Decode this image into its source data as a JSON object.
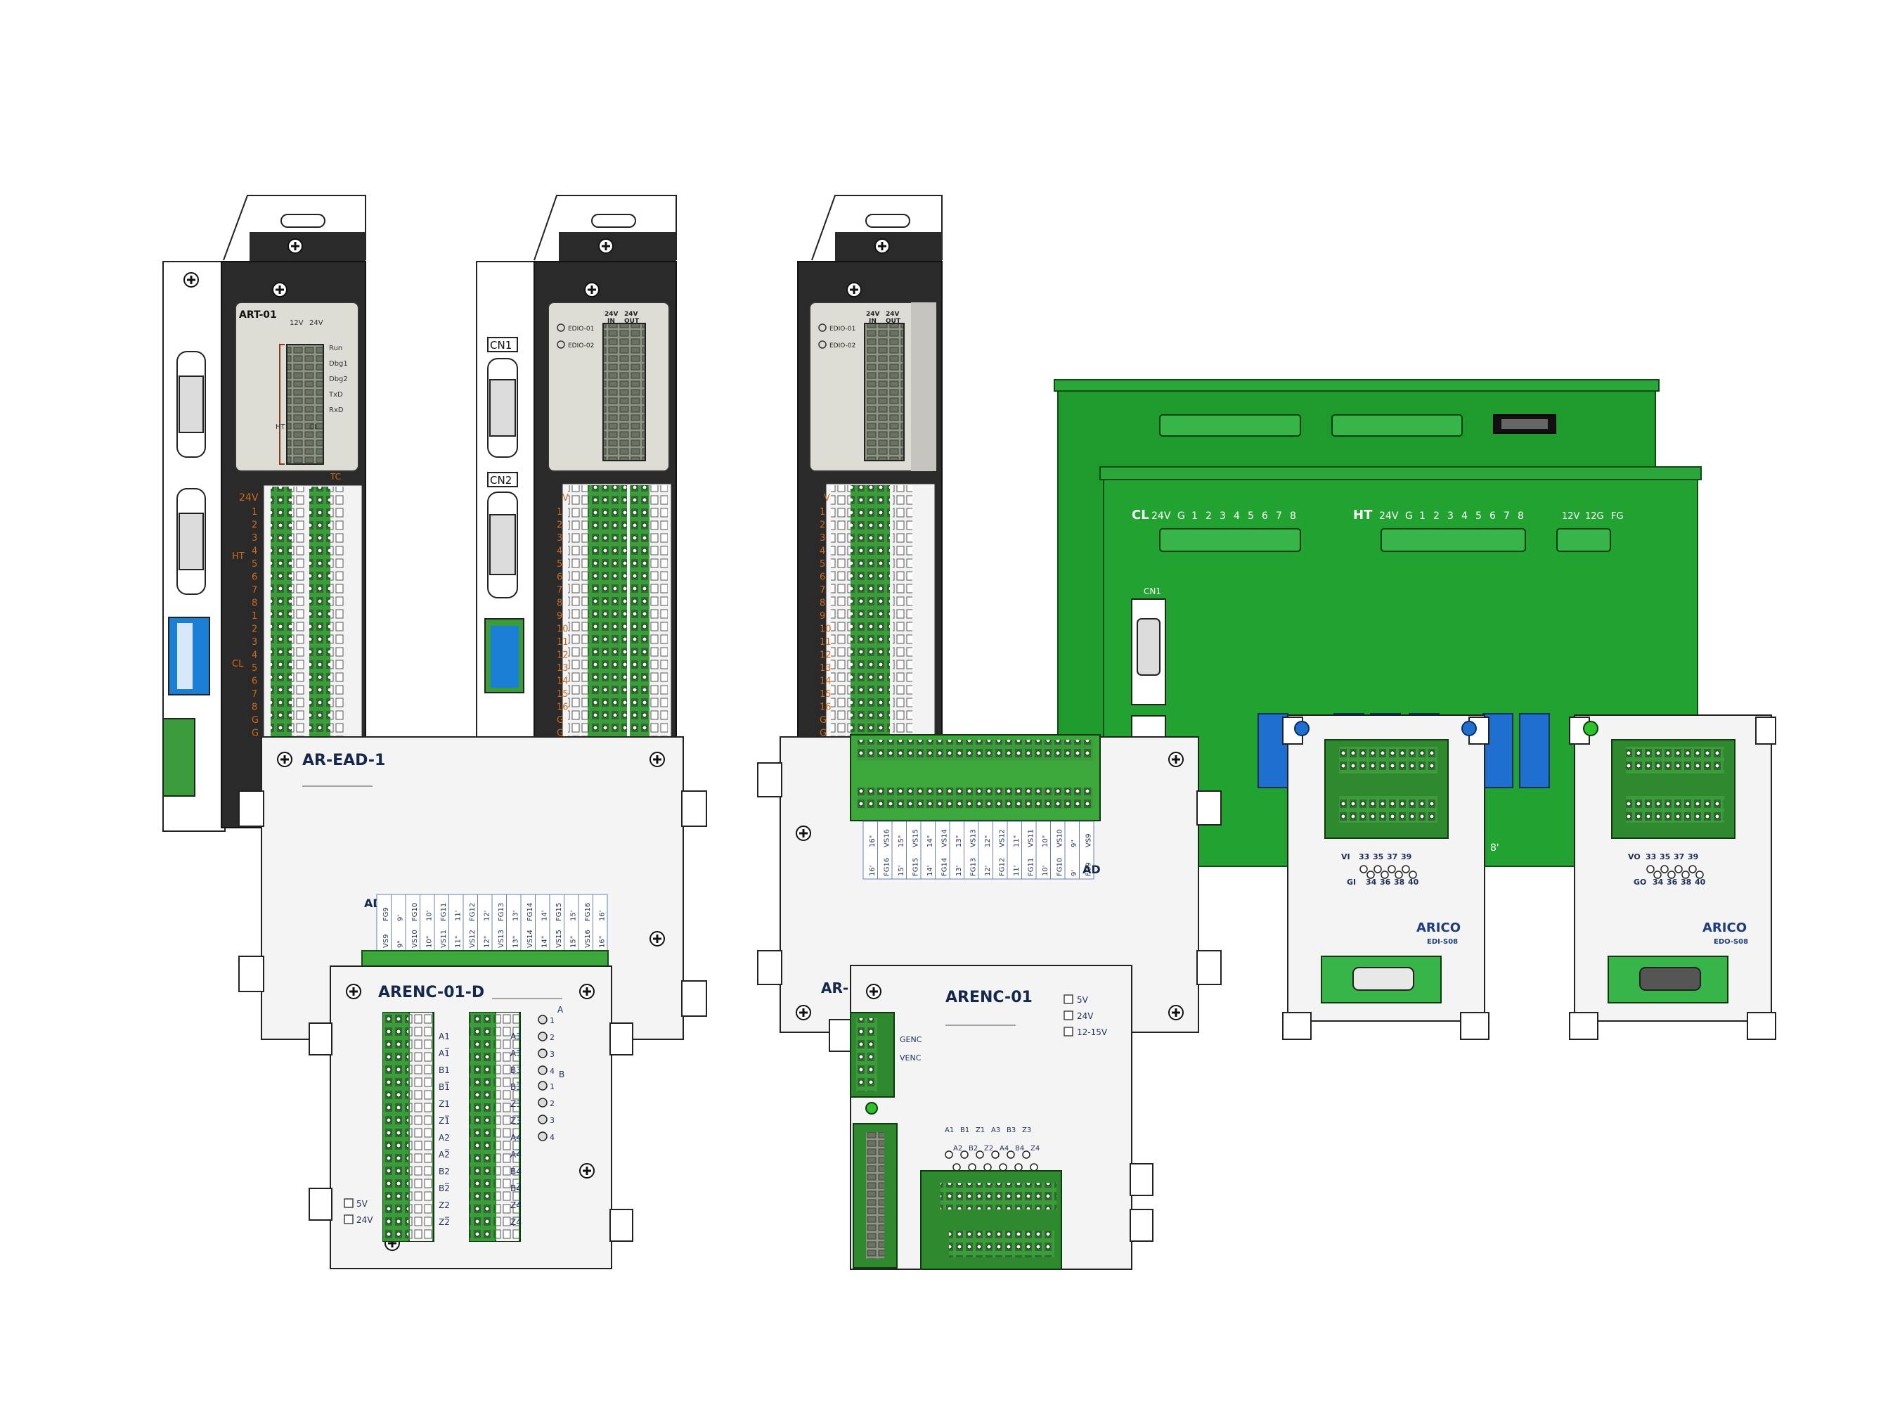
{
  "modules": {
    "art01": {
      "label": "ART-01",
      "v12": "12V",
      "v24": "24V",
      "leds": [
        "Run",
        "Dbg1",
        "Dbg2",
        "TxD",
        "RxD"
      ],
      "ht": "HT",
      "cl": "CL",
      "tc": "TC",
      "side_top": "24V",
      "side_ht": "HT",
      "side_cl": "CL",
      "numbers": [
        "1",
        "2",
        "3",
        "4",
        "5",
        "6",
        "7",
        "8",
        "1",
        "2",
        "3",
        "4",
        "5",
        "6",
        "7",
        "8",
        "G",
        "G"
      ]
    },
    "edio_a": {
      "cn1": "CN1",
      "cn2": "CN2",
      "led1": "EDIO-01",
      "led2": "EDIO-02",
      "in_top": "24V",
      "in_bot": "IN",
      "out_top": "24V",
      "out_bot": "OUT",
      "side_top": "V",
      "numbers": [
        "1",
        "2",
        "3",
        "4",
        "5",
        "6",
        "7",
        "8",
        "9",
        "10",
        "11",
        "12",
        "13",
        "14",
        "15",
        "16",
        "G",
        "G"
      ]
    },
    "edio_b": {
      "led1": "EDIO-01",
      "led2": "EDIO-02",
      "in_top": "24V",
      "in_bot": "IN",
      "out_top": "24V",
      "out_bot": "OUT",
      "side_top": "V",
      "numbers": [
        "1",
        "2",
        "3",
        "4",
        "5",
        "6",
        "7",
        "8",
        "9",
        "10",
        "11",
        "12",
        "13",
        "14",
        "15",
        "16",
        "G",
        "G"
      ]
    },
    "board": {
      "cl": "CL",
      "ht": "HT",
      "cl_pins": [
        "24V",
        "G",
        "1",
        "2",
        "3",
        "4",
        "5",
        "6",
        "7",
        "8"
      ],
      "ht_pins": [
        "24V",
        "G",
        "1",
        "2",
        "3",
        "4",
        "5",
        "6",
        "7",
        "8"
      ],
      "pwr_pins": [
        "12V",
        "12G",
        "FG"
      ],
      "cn1": "CN1",
      "right_label": "8'"
    },
    "ar_ead": {
      "title": "AR-EAD-1",
      "ad": "AD",
      "row1": [
        "FG9",
        "VS9",
        "9'",
        "9\"",
        "FG10",
        "VS10",
        "10'",
        "10\"",
        "FG11",
        "VS11",
        "11'",
        "11\"",
        "FG12",
        "VS12",
        "12'",
        "12\"",
        "FG13",
        "VS13",
        "13'",
        "13\"",
        "FG14",
        "VS14",
        "14'",
        "14\"",
        "FG15",
        "VS15",
        "15'",
        "15\"",
        "FG16",
        "VS16",
        "16'",
        "16\""
      ]
    },
    "arenc_d": {
      "title": "ARENC-01-D",
      "a": "A",
      "b": "B",
      "led_a": [
        "1",
        "2",
        "3",
        "4"
      ],
      "led_b": [
        "1",
        "2",
        "3",
        "4"
      ],
      "left": [
        "A1",
        "A1̅",
        "B1",
        "B1̅",
        "Z1",
        "Z1̅",
        "A2",
        "A2̅",
        "B2",
        "B2̅",
        "Z2",
        "Z2̅"
      ],
      "right": [
        "A3",
        "A3̅",
        "B3",
        "B3̅",
        "Z3",
        "Z3̅",
        "A4",
        "A4̅",
        "B4",
        "B4̅",
        "Z4",
        "Z4̅"
      ],
      "opt1": "5V",
      "opt2": "24V"
    },
    "ar_ead_b": {
      "title": "AR-",
      "ad": "AD",
      "cols": [
        "16\"",
        "16'",
        "VS16",
        "FG16",
        "15\"",
        "15'",
        "VS15",
        "FG15",
        "14\"",
        "14'",
        "VS14",
        "FG14",
        "13\"",
        "13'",
        "VS13",
        "FG13",
        "12\"",
        "12'",
        "VS12",
        "FG12",
        "11\"",
        "11'",
        "VS11",
        "FG11",
        "10\"",
        "10'",
        "VS10",
        "FG10",
        "9\"",
        "9'",
        "VS9",
        "FG9"
      ]
    },
    "arenc01": {
      "title": "ARENC-01",
      "opt1": "5V",
      "opt2": "24V",
      "opt3": "12-15V",
      "genc": "GENC",
      "venc": "VENC",
      "top": [
        "A1",
        "B1",
        "Z1",
        "A3",
        "B3",
        "Z3"
      ],
      "bot": [
        "A2",
        "B2",
        "Z2",
        "A4",
        "B4",
        "Z4"
      ]
    },
    "edi": {
      "brand": "ARICO",
      "model": "EDI-S08",
      "v": "VI",
      "g": "GI",
      "top": [
        "33",
        "35",
        "37",
        "39"
      ],
      "bot": [
        "34",
        "36",
        "38",
        "40"
      ]
    },
    "edo": {
      "brand": "ARICO",
      "model": "EDO-S08",
      "v": "VO",
      "g": "GO",
      "top": [
        "33",
        "35",
        "37",
        "39"
      ],
      "bot": [
        "34",
        "36",
        "38",
        "40"
      ]
    }
  }
}
